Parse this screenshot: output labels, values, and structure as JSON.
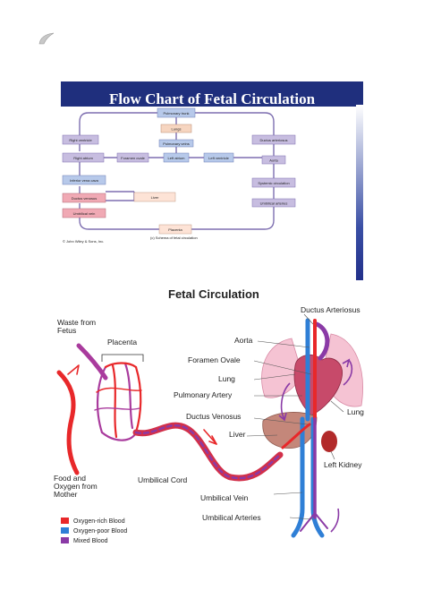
{
  "slide": {
    "title": "Flow Chart of Fetal Circulation",
    "caption": "(c) Schema of fetal circulation",
    "credit": "© John Wiley & Sons, Inc.",
    "boxes": {
      "pulmonary_trunk": "Pulmonary trunk",
      "lungs": "Lungs",
      "pulmonary_veins": "Pulmonary veins",
      "right_ventricle": "Right ventricle",
      "right_atrium": "Right atrium",
      "foramen_ovale": "Foramen ovale",
      "left_atrium": "Left atrium",
      "left_ventricle": "Left ventricle",
      "ductus_arteriosus": "Ductus arteriosus",
      "aorta": "Aorta",
      "inferior_vena_cava": "Inferior vena cava",
      "ductus_venosus": "Ductus venosus",
      "liver": "Liver",
      "systemic_circulation": "Systemic circulation",
      "umbilical_vein": "Umbilical vein",
      "umbilical_arteries": "Umbilical arteries",
      "placenta": "Placenta"
    }
  },
  "diagram": {
    "title": "Fetal Circulation",
    "labels": {
      "waste": "Waste from\nFetus",
      "placenta": "Placenta",
      "food": "Food and\nOxygen from\nMother",
      "umbilical_cord": "Umbilical Cord",
      "ductus_arteriosus": "Ductus Arteriosus",
      "aorta": "Aorta",
      "foramen_ovale": "Foramen Ovale",
      "lung_left": "Lung",
      "pulmonary_artery": "Pulmonary Artery",
      "ductus_venosus": "Ductus Venosus",
      "liver": "Liver",
      "lung_right": "Lung",
      "left_kidney": "Left Kidney",
      "umbilical_vein": "Umbilical Vein",
      "umbilical_arteries": "Umbilical Arteries"
    },
    "legend": [
      {
        "label": "Oxygen-rich Blood",
        "color": "#e8282a"
      },
      {
        "label": "Oxygen-poor Blood",
        "color": "#2f7fd6"
      },
      {
        "label": "Mixed Blood",
        "color": "#8a3aa6"
      }
    ]
  }
}
